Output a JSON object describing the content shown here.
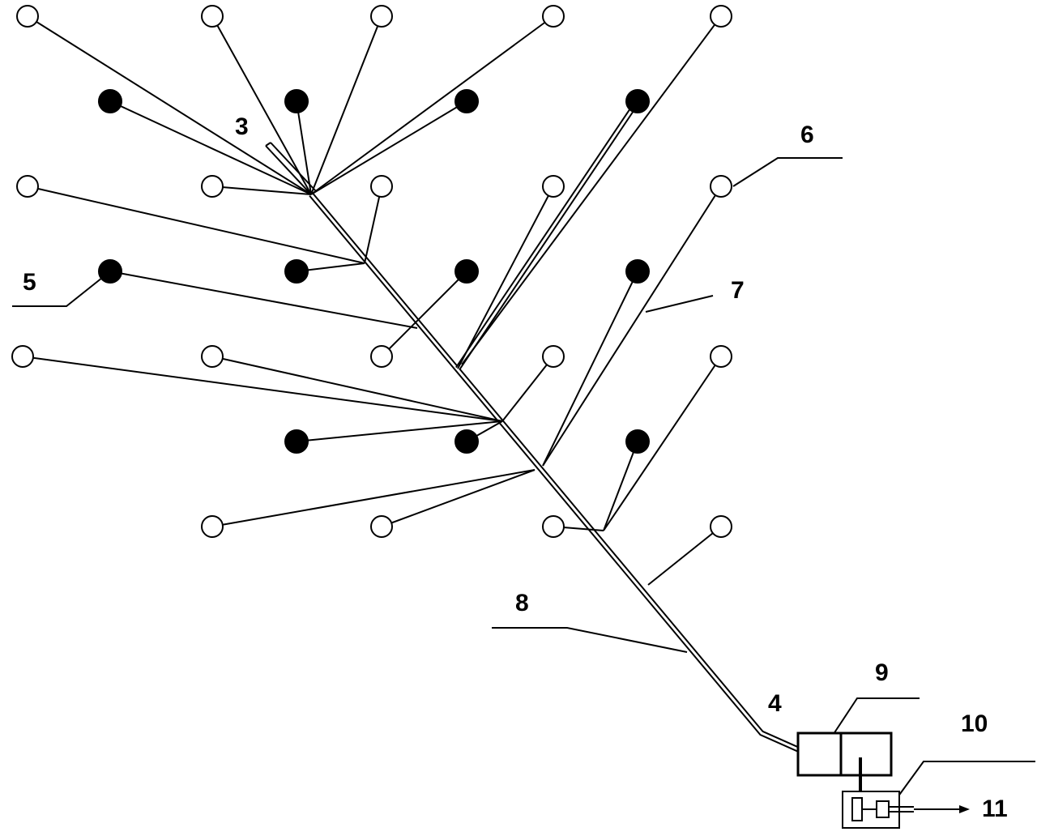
{
  "labels": {
    "l3": "3",
    "l4": "4",
    "l5": "5",
    "l6": "6",
    "l7": "7",
    "l8": "8",
    "l9": "9",
    "l10": "10",
    "l11": "11"
  },
  "colors": {
    "ink": "#000000",
    "background": "#ffffff"
  },
  "node_kinds": [
    "open",
    "filled"
  ]
}
